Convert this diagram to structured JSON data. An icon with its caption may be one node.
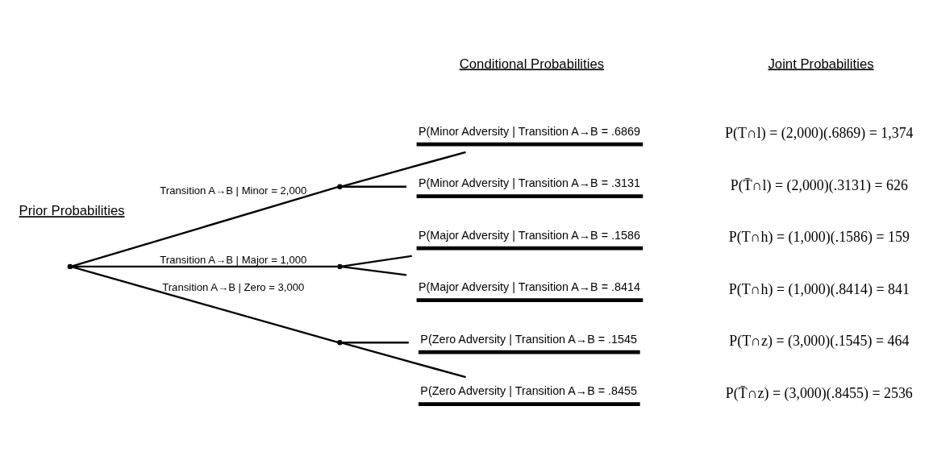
{
  "diagram": {
    "nodes": [
      {
        "text": [],
        "shape": "point"
      },
      {
        "text": [],
        "shape": "point"
      },
      {
        "text": [],
        "shape": "point"
      },
      {
        "text": [],
        "shape": "point"
      },
      {
        "text": [
          "P(Minor Adversity | Transition A→B = .6869"
        ]
      },
      {
        "text": [
          "P(Minor Adversity | Transition A→B = .3131"
        ]
      },
      {
        "text": [
          "P(Major Adversity | Transition A→B = .1586"
        ]
      },
      {
        "text": [
          "P(Major Adversity | Transition A→B = .8414"
        ]
      },
      {
        "text": [
          "P(Zero Adversity | Transition A→B = .1545"
        ]
      },
      {
        "text": [
          "P(Zero Adversity | Transition A→B = .8455"
        ]
      }
    ],
    "edges": [
      {
        "from": 0,
        "to": 1,
        "arrow": "none",
        "label": "Transition A→B | Minor = 2,000"
      },
      {
        "from": 0,
        "to": 2,
        "arrow": "none",
        "label": "Transition A→B | Major = 1,000"
      },
      {
        "from": 0,
        "to": 3,
        "arrow": "none",
        "label": "Transition A→B | Zero = 3,000"
      },
      {
        "from": 1,
        "to": 4,
        "arrow": "none"
      },
      {
        "from": 1,
        "to": 5,
        "arrow": "none"
      },
      {
        "from": 2,
        "to": 6,
        "arrow": "none"
      },
      {
        "from": 2,
        "to": 7,
        "arrow": "none"
      },
      {
        "from": 3,
        "to": 8,
        "arrow": "none"
      },
      {
        "from": 3,
        "to": 9,
        "arrow": "none"
      }
    ],
    "labels": [
      "Conditional Probabilities",
      "Joint Probabilities",
      "Prior Probabilities",
      "P(T∩l) = (2,000)(.6869) = 1,374",
      "P(T̄∩l) = (2,000)(.3131) = 626",
      "P(T∩h) = (1,000)(.1586) = 159",
      "P(T∩h) = (1,000)(.8414) = 841",
      "P(T∩z) = (3,000)(.1545) = 464",
      "P(T̄∩z) = (3,000)(.8455) = 2536"
    ]
  }
}
